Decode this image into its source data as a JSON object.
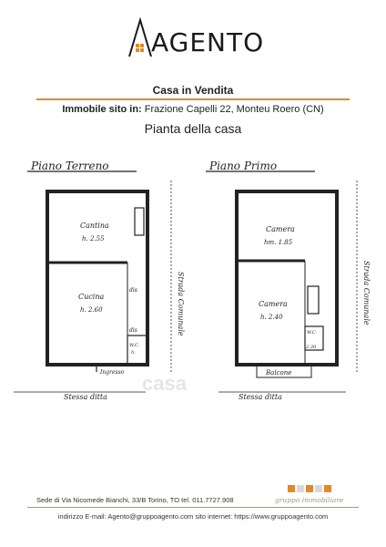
{
  "brand": {
    "logo_text": "AGENTO",
    "accent_color": "#e08a2a",
    "footer_brand": "gruppo immobiliare"
  },
  "header": {
    "title": "Casa in Vendita",
    "address_label": "Immobile sito in:",
    "address_value": "Frazione Capelli 22,  Monteu Roero (CN)",
    "subtitle": "Pianta della casa"
  },
  "plan": {
    "left_floor_title": "Piano Terreno",
    "right_floor_title": "Piano Primo",
    "rooms": {
      "cantina": "Cantina",
      "cantina_h": "h. 2.55",
      "cucina": "Cucina",
      "cucina_h": "h. 2.60",
      "camera_top": "Camera",
      "camera_top_h": "hm. 1.85",
      "camera_bottom": "Camera",
      "camera_bottom_h": "h. 2.40",
      "balcone": "Balcone",
      "ingresso": "Ingresso",
      "dis": "dis",
      "dis2": "dis",
      "wc_left": "W.C.",
      "wc_left_h": "h.",
      "wc_right": "W.C.",
      "h_230": "2.30"
    },
    "side_labels": {
      "left_road": "Strada Comunale",
      "right_road": "Strada Comunale",
      "left_bottom": "Stessa ditta",
      "right_bottom": "Stessa ditta"
    },
    "watermark": "casa"
  },
  "footer": {
    "line1": "Sede di Via Nicomede Bianchi, 33/B  Torino, TO tel. 011.7727.908",
    "line2": "indirizzo E-mail: Agento@gruppoagento.com     sito internet: https://www.gruppoagento.com"
  }
}
